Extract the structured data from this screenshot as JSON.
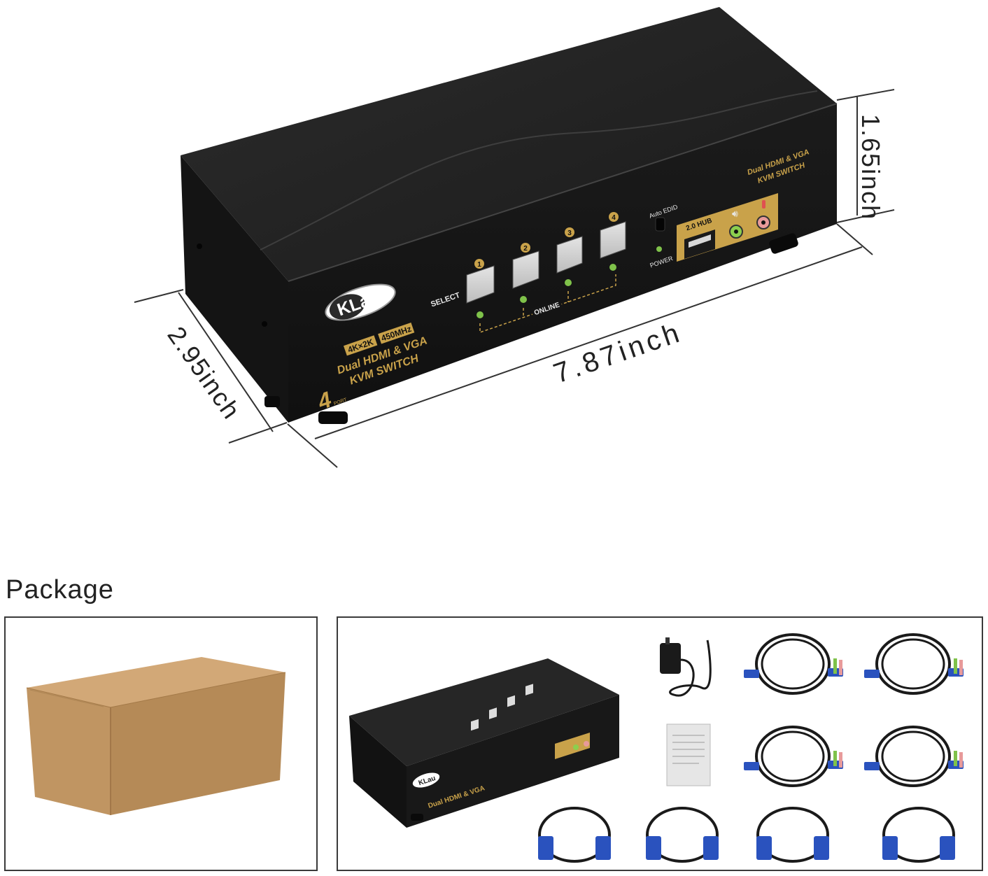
{
  "dimensions": {
    "height": "1.65inch",
    "depth": "2.95inch",
    "width": "7.87inch"
  },
  "device": {
    "brand": "KLau",
    "badge_res": "4K×2K",
    "badge_freq": "450MHz",
    "product_line1": "Dual HDMI & VGA",
    "product_line2": "KVM SWITCH",
    "port_count": "4",
    "port_word": "PORT",
    "select_label": "SELECT",
    "online_label": "ONLINE",
    "buttons": [
      "1",
      "2",
      "3",
      "4"
    ],
    "auto_edid": "Auto EDID",
    "power": "POWER",
    "hub": "2.0 HUB",
    "top_label_line1": "Dual HDMI & VGA",
    "top_label_line2": "KVM SWITCH"
  },
  "package": {
    "heading": "Package"
  },
  "colors": {
    "body": "#1c1c1c",
    "gold": "#c9a24a",
    "led_green": "#7fc24a",
    "cardboard": "#c39a67",
    "cable_blue": "#2a52be"
  }
}
